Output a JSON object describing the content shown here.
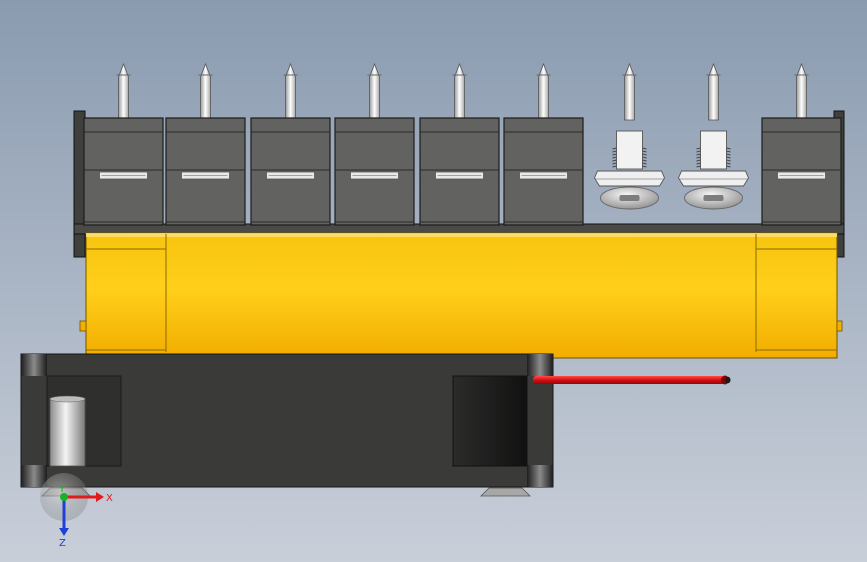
{
  "scene": {
    "background_top": "#8a9bb0",
    "background_bottom": "#c9cfd9",
    "terminal_body_color": "#626360",
    "terminal_dark_color": "#3f403d",
    "pin_color": "#e8e8e8",
    "bar_color": "#f5b800",
    "bar_highlight": "#ffd93a",
    "housing_color": "#3a3b38",
    "wire_color": "#e0181b",
    "screw_color": "#c8c8c8"
  },
  "terminals": [
    {
      "kind": "block"
    },
    {
      "kind": "block"
    },
    {
      "kind": "block"
    },
    {
      "kind": "block"
    },
    {
      "kind": "block"
    },
    {
      "kind": "block"
    },
    {
      "kind": "screw"
    },
    {
      "kind": "screw"
    },
    {
      "kind": "block"
    }
  ],
  "triad": {
    "x_label": "X",
    "y_label": "Y",
    "z_label": "Z",
    "x_color": "#e11b1b",
    "y_color": "#17b326",
    "z_color": "#1f3fd6"
  }
}
